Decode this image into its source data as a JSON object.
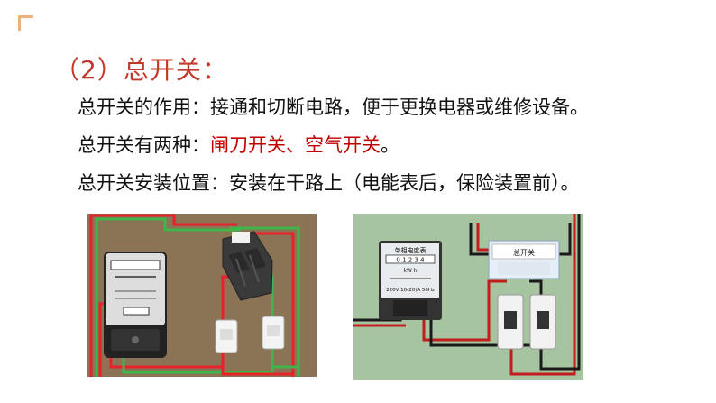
{
  "slide": {
    "title": "（2）总开关：",
    "line1": "总开关的作用：接通和切断电路，便于更换电器或维修设备。",
    "line2_prefix": "总开关有两种：",
    "line2_highlight": "闸刀开关、空气开关",
    "line2_suffix": "。",
    "line3": "总开关安装位置：安装在干路上（电能表后，保险装置前）。"
  },
  "figure_right": {
    "meter_label": "单相电度表",
    "meter_digits": "0 1 2 3 4",
    "meter_unit": "kW·h",
    "meter_spec": "220V 10(20)A 50Hz",
    "switch_label": "总开关"
  },
  "colors": {
    "title_red": "#c0392b",
    "highlight_red": "#c00000",
    "wall_brown": "#8b7355",
    "wire_red": "#e8222a",
    "wire_green": "#3fb54a"
  }
}
